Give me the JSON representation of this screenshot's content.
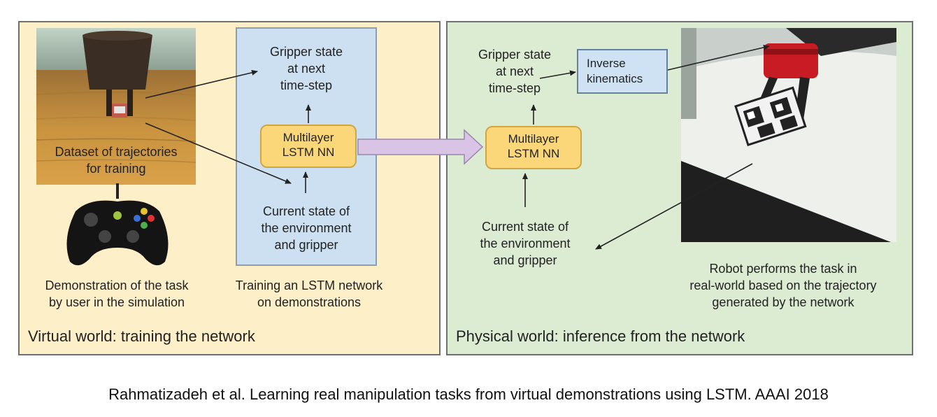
{
  "virtual_panel": {
    "title": "Virtual world: training the network",
    "sim_label": "Dataset of trajectories\nfor training",
    "demo_caption": "Demonstration of the task\nby user in the simulation",
    "training_caption": "Training an LSTM network\non demonstrations",
    "gripper_next": "Gripper state\nat next\ntime-step",
    "lstm": "Multilayer\nLSTM NN",
    "current_state": "Current state of\nthe environment\nand gripper"
  },
  "physical_panel": {
    "title": "Physical world: inference from the network",
    "gripper_next": "Gripper state\nat next\ntime-step",
    "inverse_kinematics": "Inverse\nkinematics",
    "lstm": "Multilayer\nLSTM NN",
    "current_state": "Current state of\nthe environment\nand gripper",
    "robot_caption": "Robot performs the task in\nreal-world based on the trajectory\ngenerated by the network"
  },
  "caption": "Rahmatizadeh et al. Learning real manipulation tasks from virtual demonstrations using LSTM. AAAI 2018",
  "colors": {
    "virtual_bg": "#fdefc7",
    "physical_bg": "#dbecd3",
    "training_bg": "#cce0f1",
    "lstm_fill": "#fbd77a",
    "big_arrow": "#d9c4e6"
  },
  "icons": [
    "gamepad-icon",
    "simulation-screenshot",
    "robot-photo"
  ]
}
